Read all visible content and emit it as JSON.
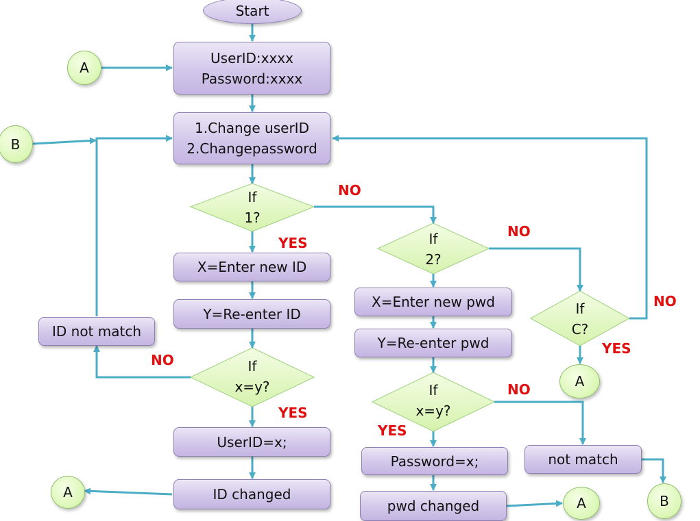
{
  "nodes": {
    "start": "Start",
    "login_userid": "UserID:xxxx",
    "login_password": "Password:xxxx",
    "menu_option1": "1.Change userID",
    "menu_option2": "2.Changepassword",
    "enter_new_id": "X=Enter new ID",
    "reenter_id": "Y=Re-enter  ID",
    "id_not_match": "ID not match",
    "userid_assign": "UserID=x;",
    "id_changed": "ID changed",
    "enter_new_pwd": "X=Enter new  pwd",
    "reenter_pwd": "Y=Re-enter  pwd",
    "password_assign": "Password=x;",
    "pwd_changed": "pwd changed",
    "not_match": "not match"
  },
  "decisions": {
    "if1": "If\n1?",
    "if2": "If\n2?",
    "ifc": "If\nC?",
    "if_id_match": "If\nx=y?",
    "if_pwd_match": "If\nx=y?"
  },
  "connectors": {
    "a1": "A",
    "b1": "B",
    "a2": "A",
    "a3": "A",
    "a4": "A",
    "b2": "B"
  },
  "labels": {
    "no_if1": "NO",
    "yes_if1": "YES",
    "no_if2": "NO",
    "no_ifc": "NO",
    "yes_ifc": "YES",
    "no_id_match": "NO",
    "yes_id_match": "YES",
    "no_pwd_match": "NO",
    "yes_pwd_match": "YES"
  },
  "colors": {
    "arrow": "#4bacc6",
    "yes_no_label": "#e01010",
    "process_fill": "#d3c7ea",
    "decision_fill": "#e2f7c2",
    "connector_fill": "#dcf7b6"
  }
}
